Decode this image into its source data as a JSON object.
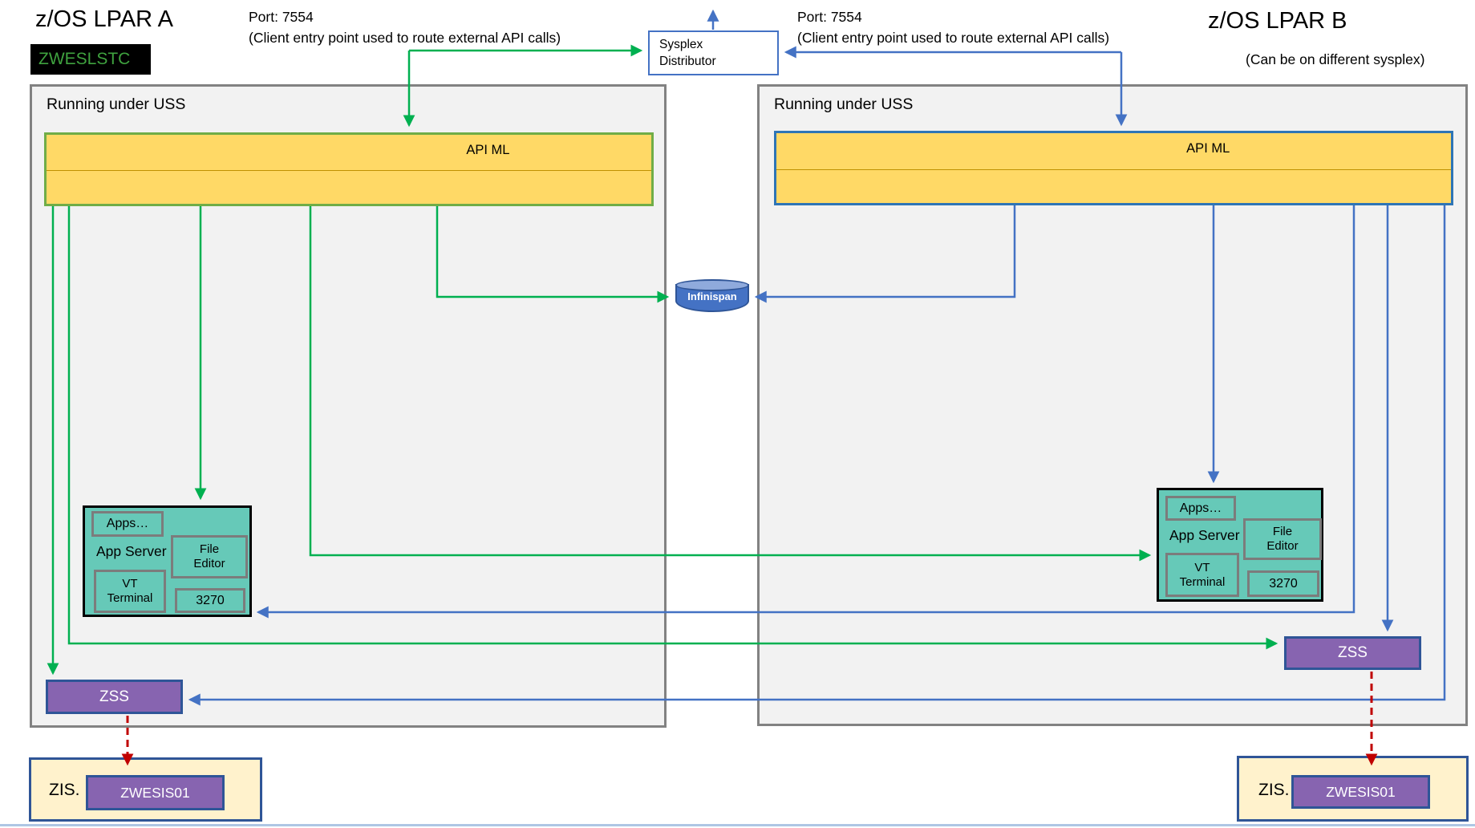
{
  "header": {
    "lpar_a_title": "z/OS LPAR A",
    "lpar_b_title": "z/OS LPAR B",
    "lpar_b_note": "(Can be on different sysplex)",
    "zweslstc_label": "ZWESLSTC",
    "port_label": "Port: 7554",
    "port_note": "(Client entry point used to route external API calls)",
    "sysplex_distributor_label": "Sysplex\nDistributor"
  },
  "infinispan_label": "Infinispan",
  "lpar_a": {
    "uss_label": "Running under USS",
    "apiml_label": "API ML",
    "app_server": {
      "title": "App Server",
      "apps": "Apps…",
      "file_editor": "File\nEditor",
      "vt_terminal": "VT\nTerminal",
      "t3270": "3270"
    },
    "zss_label": "ZSS",
    "zis_label": "ZIS.",
    "zwesis01_label": "ZWESIS01"
  },
  "lpar_b": {
    "uss_label": "Running under USS",
    "apiml_label": "API ML",
    "app_server": {
      "title": "App Server",
      "apps": "Apps…",
      "file_editor": "File\nEditor",
      "vt_terminal": "VT\nTerminal",
      "t3270": "3270"
    },
    "zss_label": "ZSS",
    "zis_label": "ZIS.",
    "zwesis01_label": "ZWESIS01"
  },
  "palette": {
    "green_arrow": "#00B050",
    "blue_arrow": "#4472C4",
    "red_arrow": "#C00000",
    "apiml_fill": "#FFD966",
    "apiml_border_a": "#70AD47",
    "apiml_border_b": "#2E75B6",
    "apiml_divider": "#C09100",
    "app_server_fill": "#66C9B8",
    "purple_fill": "#8764B0",
    "dark_blue_border": "#2F5597",
    "zis_fill": "#FFF2CC",
    "uss_fill": "#F2F2F2",
    "uss_border": "#828282",
    "zweslstc_bg": "#000000",
    "zweslstc_text": "#3FA23F",
    "infinispan_fill": "#4472C4",
    "infinispan_top": "#8FAADC",
    "bottom_rule": "#AEC6E4"
  }
}
